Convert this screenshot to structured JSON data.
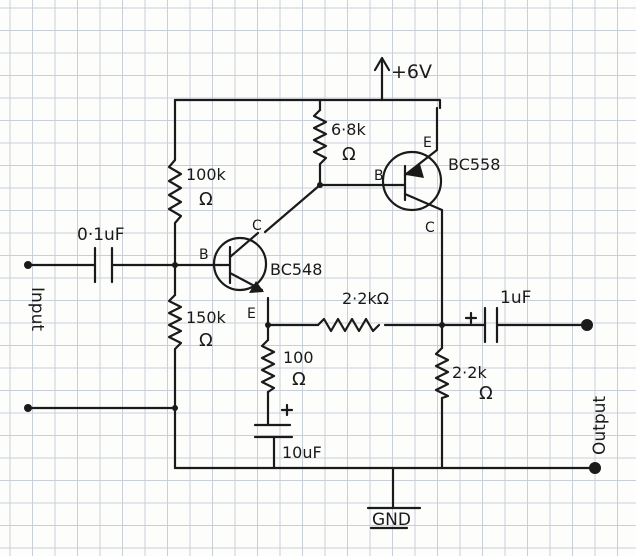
{
  "supply": {
    "label": "+6V"
  },
  "ground": {
    "label": "GND"
  },
  "input": {
    "label": "Input"
  },
  "output": {
    "label": "Output"
  },
  "components": {
    "c_in": {
      "value": "0·1uF"
    },
    "r_top": {
      "value": "100k",
      "unit": "Ω"
    },
    "r_bottom": {
      "value": "150k",
      "unit": "Ω"
    },
    "r_collector": {
      "value": "6·8k",
      "unit": "Ω"
    },
    "r_feedback": {
      "value": "2·2kΩ"
    },
    "r_emitter": {
      "value": "100",
      "unit": "Ω"
    },
    "c_emitter": {
      "value": "10uF",
      "polarity": "+"
    },
    "r_load": {
      "value": "2·2k",
      "unit": "Ω"
    },
    "c_out": {
      "value": "1uF",
      "polarity": "+"
    },
    "q1": {
      "name": "BC548",
      "b": "B",
      "c": "C",
      "e": "E"
    },
    "q2": {
      "name": "BC558",
      "b": "B",
      "c": "C",
      "e": "E"
    }
  }
}
